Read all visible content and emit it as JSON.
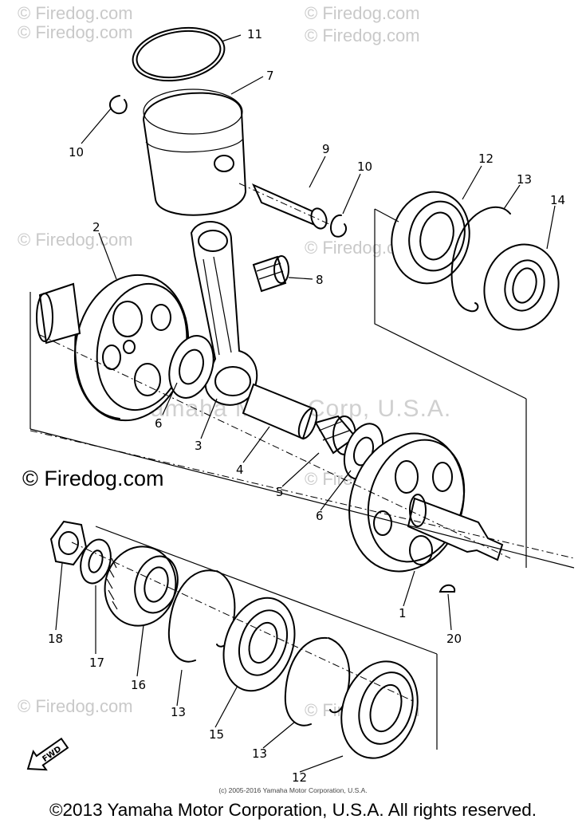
{
  "watermarks": {
    "firedog": "© Firedog.com",
    "firedog_main": "© Firedog.com",
    "corporation": "Yamaha Motor Corp, U.S.A."
  },
  "callouts": [
    "11",
    "7",
    "10",
    "9",
    "10",
    "12",
    "13",
    "14",
    "2",
    "8",
    "6",
    "3",
    "4",
    "5",
    "6",
    "1",
    "18",
    "17",
    "16",
    "13",
    "15",
    "13",
    "12",
    "20"
  ],
  "fwd_label": "FWD",
  "footer": {
    "small_copyright": "(c) 2005-2016 Yamaha Motor Corporation, U.S.A.",
    "copyright": "©2013 Yamaha Motor Corporation, U.S.A. All rights reserved."
  }
}
